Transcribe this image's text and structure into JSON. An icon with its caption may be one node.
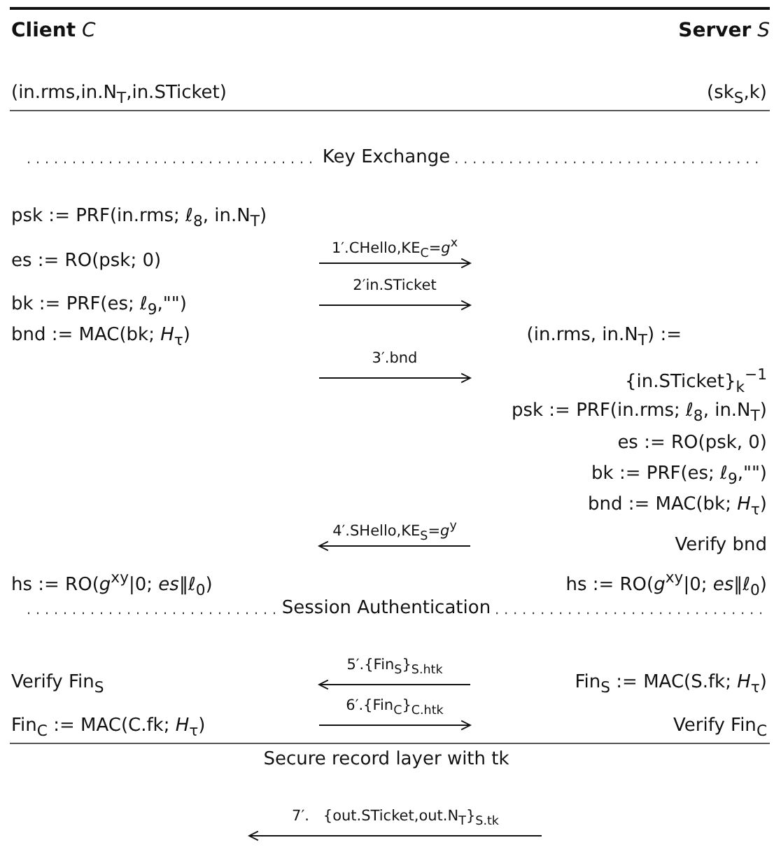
{
  "diagram": {
    "labels": [
      "**Client** *C*",
      "**Server** *S*",
      "(in.rms,in.N$_{T}$,in.STicket)",
      "(sk$_{S}$,k)",
      "Key Exchange",
      "psk := PRF(in.rms; ℓ$_{8}$, in.N$_{T}$)",
      "1′.CHello,KE$_{C}$=*g*$^{x}$",
      "es := RO(psk; 0)",
      "2′in.STicket",
      "bk := PRF(es; ℓ$_{9}$,\"\")",
      "bnd := MAC(bk; *H*$_{τ}$)",
      "(in.rms, in.N$_{T}$) :=",
      "3′.bnd",
      "{in.STicket}$_{k}$$^{−1}$",
      "psk := PRF(in.rms; ℓ$_{8}$, in.N$_{T}$)",
      "es := RO(psk, 0)",
      "bk := PRF(es; ℓ$_{9}$,\"\")",
      "bnd := MAC(bk; *H*$_{τ}$)",
      "4′.SHello,KE$_{S}$=*g*$^{y}$",
      "Verify bnd",
      "hs := RO(*g*$^{xy}$|0; *es*‖ℓ$_{0}$)",
      "hs := RO(*g*$^{xy}$|0; *es*‖ℓ$_{0}$)",
      "Session Authentication",
      "5′.{Fin$_{S}$}$_{S.htk}$",
      "Verify Fin$_{S}$",
      "Fin$_{S}$ := MAC(S.fk; *H*$_{τ}$)",
      "6′.{Fin$_{C}$}$_{C.htk}$",
      "Fin$_{C}$ := MAC(C.fk; *H*$_{τ}$)",
      "Verify Fin$_{C}$",
      "Secure record layer with tk",
      "7′.   {out.STicket,out.N$_{T}$}$_{S.tk}$"
    ]
  }
}
